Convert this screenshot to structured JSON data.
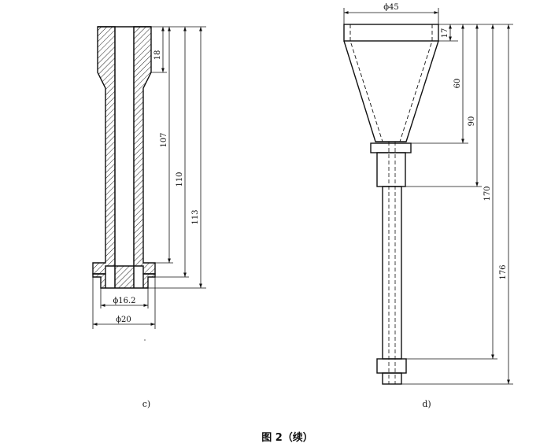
{
  "figure_caption": "图 2（续）",
  "part_c": {
    "label": "c)",
    "dims": {
      "d18": "18",
      "d107": "107",
      "d110": "110",
      "d113": "113",
      "dia_inner": "ϕ16.2",
      "dia_outer": "ϕ20"
    }
  },
  "part_d": {
    "label": "d)",
    "dims": {
      "dia45": "ϕ45",
      "d17": "17",
      "d60": "60",
      "d90": "90",
      "d170": "170",
      "d176": "176"
    }
  }
}
